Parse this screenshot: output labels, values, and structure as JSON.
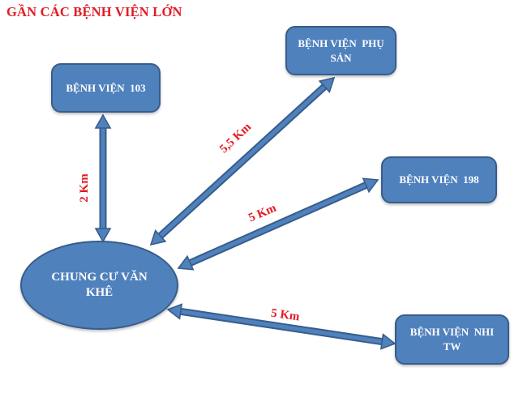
{
  "title": "GẦN CÁC BỆNH VIỆN LỚN",
  "colors": {
    "shape_fill": "#4F81BD",
    "shape_border": "#385D8A",
    "shape_text": "#FFFFFF",
    "label_red": "#E21B23",
    "background": "#FFFFFF"
  },
  "center_node": {
    "label": "CHUNG CƯ VĂN\nKHÊ"
  },
  "hospitals": [
    {
      "label": "BỆNH VIỆN  103",
      "distance": "2 Km"
    },
    {
      "label": "BỆNH VIỆN  PHỤ\nSẢN",
      "distance": "5,5 Km"
    },
    {
      "label": "BỆNH VIỆN  198",
      "distance": "5 Km"
    },
    {
      "label": "BỆNH VIỆN  NHI\nTW",
      "distance": "5 Km"
    }
  ]
}
